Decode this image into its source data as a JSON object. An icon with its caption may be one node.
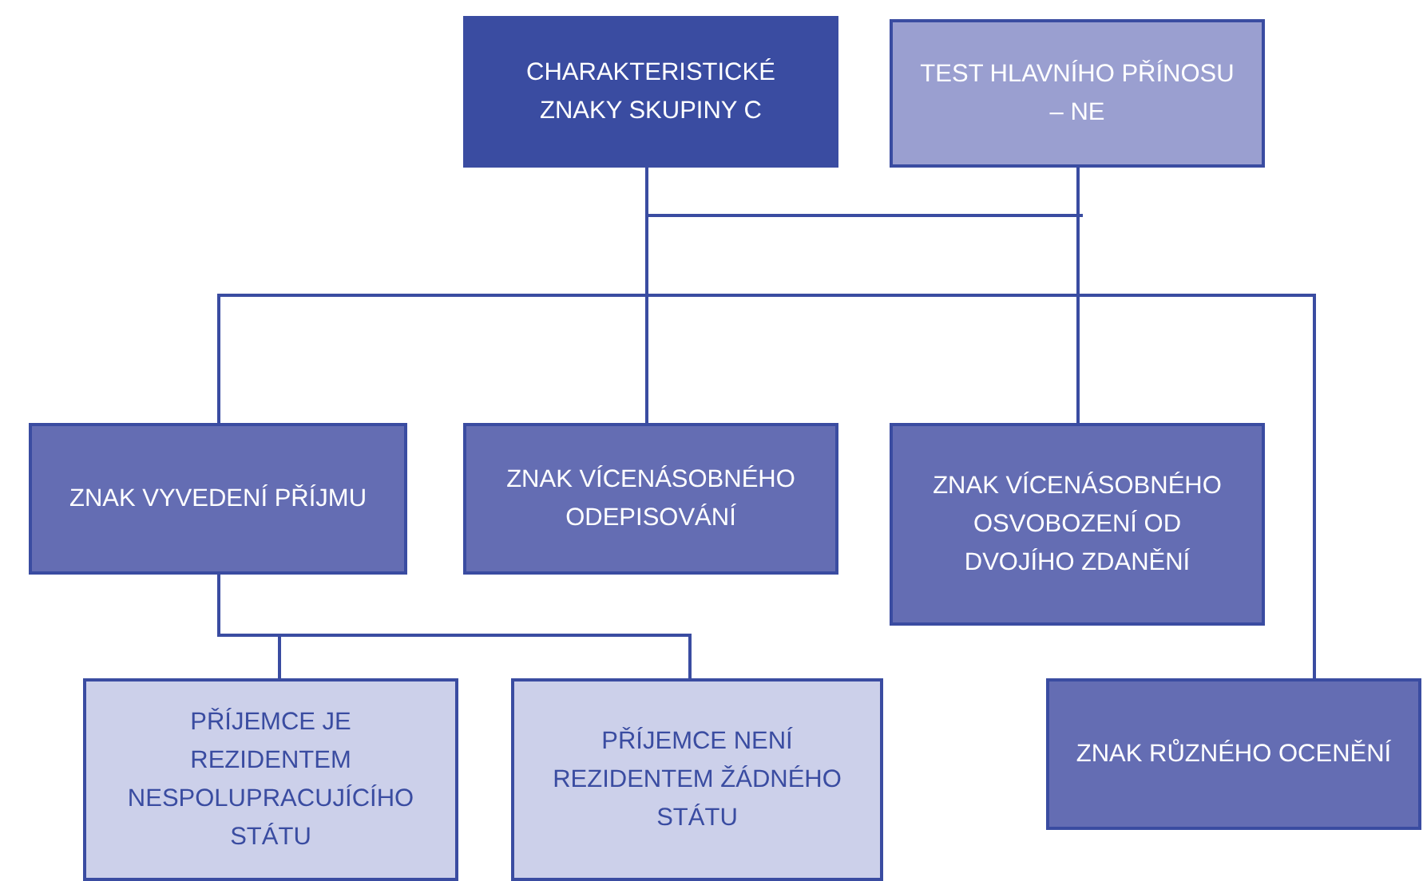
{
  "diagram": {
    "nodes": [
      {
        "text": [
          "CHARAKTERISTICKÉ ZNAKY SKUPINY C"
        ]
      },
      {
        "text": [
          "TEST HLAVNÍHO PŘÍNOSU – NE"
        ]
      },
      {
        "text": [
          "ZNAK VYVEDENÍ PŘÍJMU"
        ]
      },
      {
        "text": [
          "ZNAK VÍCENÁSOBNÉHO ODEPISOVÁNÍ"
        ]
      },
      {
        "text": [
          "ZNAK VÍCENÁSOBNÉHO OSVOBOZENÍ OD DVOJÍHO ZDANĚNÍ"
        ]
      },
      {
        "text": [
          "PŘÍJEMCE JE REZIDENTEM NESPOLUPRACUJÍCÍHO STÁTU"
        ]
      },
      {
        "text": [
          "PŘÍJEMCE NENÍ REZIDENTEM ŽÁDNÉHO STÁTU"
        ]
      },
      {
        "text": [
          "ZNAK RŮZNÉHO OCENĚNÍ"
        ]
      }
    ],
    "edges": [
      {
        "from": 0,
        "to": 2,
        "arrow": "none"
      },
      {
        "from": 0,
        "to": 3,
        "arrow": "none"
      },
      {
        "from": 0,
        "to": 4,
        "arrow": "none"
      },
      {
        "from": 0,
        "to": 7,
        "arrow": "none"
      },
      {
        "from": 1,
        "to": 2,
        "arrow": "none"
      },
      {
        "from": 1,
        "to": 3,
        "arrow": "none"
      },
      {
        "from": 1,
        "to": 4,
        "arrow": "none"
      },
      {
        "from": 1,
        "to": 7,
        "arrow": "none"
      },
      {
        "from": 2,
        "to": 5,
        "arrow": "none"
      },
      {
        "from": 2,
        "to": 6,
        "arrow": "none"
      }
    ]
  }
}
